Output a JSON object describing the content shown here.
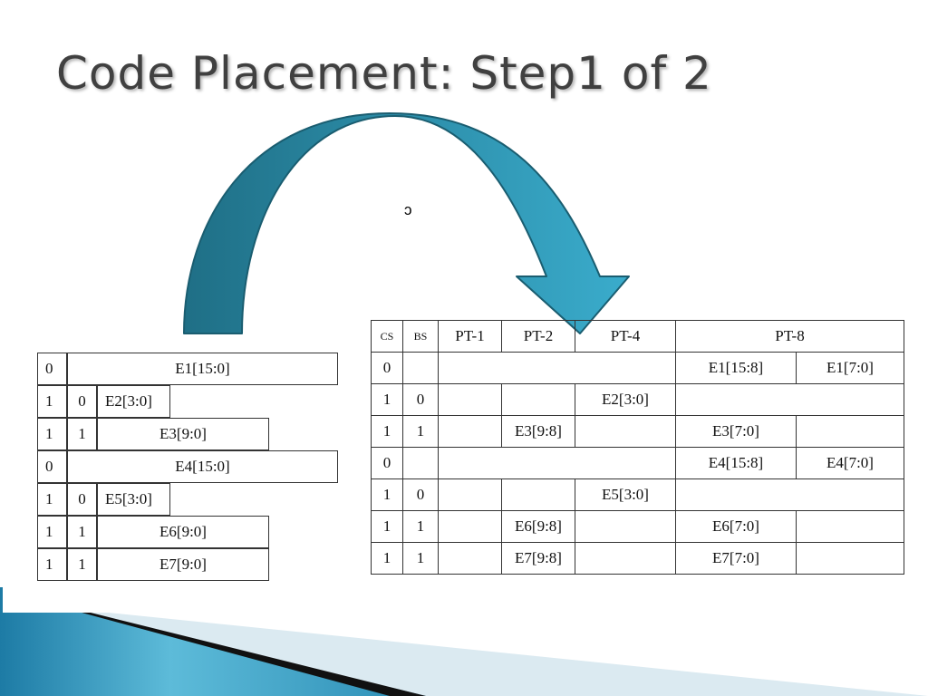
{
  "title": "Code Placement: Step1 of 2",
  "stray_mark": "ɔ",
  "colors": {
    "title": "#404040",
    "arrow_dark": "#1f6f86",
    "arrow_light": "#3aaccc",
    "footer_blue": "#2b8db5",
    "footer_pale": "#dbeaf1"
  },
  "source_table": {
    "rows": [
      [
        "0",
        "E1[15:0]"
      ],
      [
        "1",
        "0",
        "E2[3:0]"
      ],
      [
        "1",
        "1",
        "E3[9:0]"
      ],
      [
        "0",
        "E4[15:0]"
      ],
      [
        "1",
        "0",
        "E5[3:0]"
      ],
      [
        "1",
        "1",
        "E6[9:0]"
      ],
      [
        "1",
        "1",
        "E7[9:0]"
      ]
    ]
  },
  "placement_table": {
    "headers": [
      "CS",
      "BS",
      "PT-1",
      "PT-2",
      "PT-4",
      "PT-8"
    ],
    "rows": [
      [
        "0",
        "",
        "",
        "E1[15:8]",
        "E1[7:0]"
      ],
      [
        "1",
        "0",
        "",
        "",
        "E2[3:0]",
        ""
      ],
      [
        "1",
        "1",
        "",
        "E3[9:8]",
        "",
        "E3[7:0]",
        ""
      ],
      [
        "0",
        "",
        "",
        "E4[15:8]",
        "E4[7:0]"
      ],
      [
        "1",
        "0",
        "",
        "",
        "E5[3:0]",
        ""
      ],
      [
        "1",
        "1",
        "",
        "E6[9:8]",
        "",
        "E6[7:0]",
        ""
      ],
      [
        "1",
        "1",
        "",
        "E7[9:8]",
        "",
        "E7[7:0]",
        ""
      ]
    ]
  }
}
